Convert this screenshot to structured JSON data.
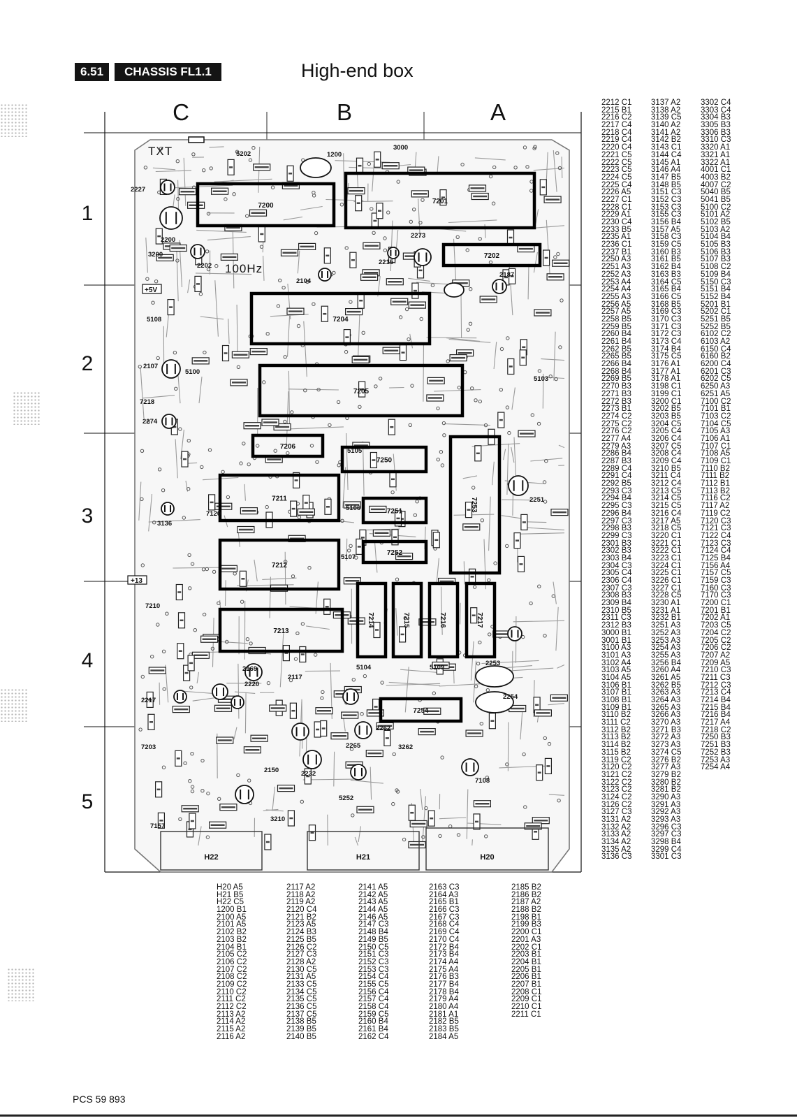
{
  "header": {
    "section_number": "6.51",
    "chassis_label": "CHASSIS FL1.1",
    "title": "High-end box"
  },
  "grid": {
    "columns": [
      "C",
      "B",
      "A"
    ],
    "rows": [
      "1",
      "2",
      "3",
      "4",
      "5"
    ]
  },
  "board": {
    "labels": {
      "txt": "TXT",
      "hz": "100Hz",
      "plus5v": "+5V",
      "plus13v": "+13"
    },
    "ics": [
      "7200",
      "7201",
      "7202",
      "7204",
      "7205",
      "7206",
      "7211",
      "7212",
      "7213",
      "7214",
      "7215",
      "7216",
      "7217",
      "7250",
      "7251",
      "7252",
      "7253",
      "7254"
    ],
    "connectors": [
      "H22",
      "H21",
      "H20"
    ],
    "markers": [
      "1200",
      "3000",
      "5202",
      "2227",
      "2200",
      "3200",
      "2202",
      "2104",
      "2273",
      "2215",
      "2187",
      "2107",
      "2274",
      "7218",
      "5103",
      "5100",
      "5108",
      "2251",
      "3136",
      "7210",
      "2169",
      "2220",
      "2217",
      "2253",
      "2254",
      "5104",
      "5109",
      "7203",
      "2150",
      "3210",
      "2262",
      "3262",
      "2265",
      "7108",
      "7157",
      "5105",
      "5106",
      "5107",
      "7120",
      "2117",
      "2232",
      "5252"
    ]
  },
  "index_columns": [
    [
      "H20 A5",
      "H21 B5",
      "H22 C5",
      "1200 B1",
      "2100 A5",
      "2101 A5",
      "2102 B2",
      "2103 B2",
      "2104 B1",
      "2105 C2",
      "2106 C2",
      "2107 C2",
      "2108 C2",
      "2109 C2",
      "2110 C2",
      "2111 C2",
      "2112 C2",
      "2113 A2",
      "2114 A2",
      "2115 A2",
      "2116 A2"
    ],
    [
      "2117 A2",
      "2118 A2",
      "2119 A2",
      "2120 C4",
      "2121 B2",
      "2123 A5",
      "2124 B3",
      "2125 B5",
      "2126 C2",
      "2127 C3",
      "2128 A2",
      "2130 C5",
      "2131 A5",
      "2133 C5",
      "2134 C5",
      "2135 C5",
      "2136 C5",
      "2137 C5",
      "2138 B5",
      "2139 B5",
      "2140 B5"
    ],
    [
      "2141 A5",
      "2142 A5",
      "2143 A5",
      "2144 A5",
      "2146 A5",
      "2147 C3",
      "2148 B4",
      "2149 B5",
      "2150 C5",
      "2151 C3",
      "2152 C3",
      "2153 C3",
      "2154 C4",
      "2155 C5",
      "2156 C4",
      "2157 C4",
      "2158 C4",
      "2159 C5",
      "2160 B4",
      "2161 B4",
      "2162 C4"
    ],
    [
      "2163 C3",
      "2164 A3",
      "2165 B1",
      "2166 C3",
      "2167 C3",
      "2168 C4",
      "2169 C4",
      "2170 C4",
      "2172 B4",
      "2173 B4",
      "2174 A4",
      "2175 A4",
      "2176 B3",
      "2177 B4",
      "2178 B4",
      "2179 A4",
      "2180 A4",
      "2181 A1",
      "2182 B5",
      "2183 B5",
      "2184 A5"
    ],
    [
      "2185 B2",
      "2186 B2",
      "2187 A2",
      "2188 B2",
      "2198 B1",
      "2199 B3",
      "2200 C1",
      "2201 A3",
      "2202 C1",
      "2203 B1",
      "2204 B1",
      "2205 B1",
      "2206 B1",
      "2207 B1",
      "2208 C1",
      "2209 C1",
      "2210 C1",
      "2211 C1"
    ],
    [
      "2212 C1",
      "2215 B1",
      "2216 C2",
      "2217 C4",
      "2218 C4",
      "2219 C4",
      "2220 C4",
      "2221 C5",
      "2222 C5",
      "2223 C5",
      "2224 C5",
      "2225 C4",
      "2226 A5",
      "2227 C1",
      "2228 C1",
      "2229 A1",
      "2230 C4",
      "2233 B5",
      "2235 A1",
      "2236 C1",
      "2237 B1",
      "2250 A3",
      "2251 A3",
      "2252 A3",
      "2253 A4",
      "2254 A4",
      "2255 A3",
      "2256 A5",
      "2257 A5",
      "2258 B5",
      "2259 B5",
      "2260 B4",
      "2261 B4",
      "2262 B5",
      "2265 B5",
      "2266 B4",
      "2268 B4",
      "2269 B5",
      "2270 B3",
      "2271 B3",
      "2272 B3",
      "2273 B1",
      "2274 C2",
      "2275 C2",
      "2276 C2",
      "2277 A4",
      "2279 A3",
      "2286 B4",
      "2287 B3",
      "2289 C4",
      "2291 C4",
      "2292 B5",
      "2293 C3",
      "2294 B4",
      "2295 C3",
      "2296 B4",
      "2297 C3",
      "2298 B3",
      "2299 C3",
      "2301 B3",
      "2302 B3",
      "2303 B4",
      "2304 C3",
      "2305 C4",
      "2306 C4",
      "2307 C3",
      "2308 B3",
      "2309 B4",
      "2310 B5",
      "2311 C3",
      "2312 B3",
      "3000 B1",
      "3001 B1",
      "3100 A3",
      "3101 A3",
      "3102 A4",
      "3103 A5",
      "3104 A5",
      "3106 B1",
      "3107 B1",
      "3108 B1",
      "3109 B1",
      "3110 B2",
      "3111 C2",
      "3112 B2",
      "3113 B2",
      "3114 B2",
      "3115 B2",
      "3119 C2",
      "3120 C2",
      "3121 C2",
      "3122 C2",
      "3123 C2",
      "3124 C2",
      "3126 C2",
      "3127 C3",
      "3131 A2",
      "3132 A2",
      "3133 A2",
      "3134 A2",
      "3135 A2",
      "3136 C3"
    ],
    [
      "3137 A2",
      "3138 A2",
      "3139 C5",
      "3140 A2",
      "3141 A2",
      "3142 B2",
      "3143 C1",
      "3144 C4",
      "3145 A1",
      "3146 A4",
      "3147 B5",
      "3148 B5",
      "3151 C3",
      "3152 C3",
      "3153 C3",
      "3155 C3",
      "3156 B4",
      "3157 A5",
      "3158 C3",
      "3159 C5",
      "3160 B3",
      "3161 B5",
      "3162 B4",
      "3163 B3",
      "3164 C5",
      "3165 B4",
      "3166 C5",
      "3168 B5",
      "3169 C3",
      "3170 C3",
      "3171 C3",
      "3172 C3",
      "3173 C4",
      "3174 B4",
      "3175 C5",
      "3176 A1",
      "3177 A1",
      "3178 A1",
      "3198 C1",
      "3199 C1",
      "3200 C1",
      "3202 B5",
      "3203 B5",
      "3204 C5",
      "3205 C4",
      "3206 C4",
      "3207 C5",
      "3208 C4",
      "3209 C4",
      "3210 B5",
      "3211 C4",
      "3212 C4",
      "3213 C5",
      "3214 C5",
      "3215 C5",
      "3216 C4",
      "3217 A5",
      "3218 C5",
      "3220 C1",
      "3221 C1",
      "3222 C1",
      "3223 C1",
      "3224 C1",
      "3225 C1",
      "3226 C1",
      "3227 C1",
      "3228 C5",
      "3230 A1",
      "3231 A1",
      "3232 B1",
      "3251 A3",
      "3252 A3",
      "3253 A3",
      "3254 A3",
      "3255 A3",
      "3256 B4",
      "3260 A4",
      "3261 A5",
      "3262 B5",
      "3263 A3",
      "3264 A3",
      "3265 A3",
      "3266 A3",
      "3270 A3",
      "3271 B3",
      "3272 A3",
      "3273 A3",
      "3274 C5",
      "3276 B2",
      "3277 A3",
      "3279 B2",
      "3280 B2",
      "3281 B2",
      "3290 A3",
      "3291 A3",
      "3292 A3",
      "3293 A3",
      "3296 C3",
      "3297 C3",
      "3298 B4",
      "3299 C4",
      "3301 C3"
    ],
    [
      "3302 C4",
      "3303 C4",
      "3304 B3",
      "3305 B3",
      "3306 B3",
      "3310 C3",
      "3320 A1",
      "3321 A1",
      "3322 A1",
      "4001 C1",
      "4003 B2",
      "4007 C2",
      "5040 B5",
      "5041 B5",
      "5100 C2",
      "5101 A2",
      "5102 B5",
      "5103 A2",
      "5104 B4",
      "5105 B3",
      "5106 B3",
      "5107 B3",
      "5108 C2",
      "5109 B4",
      "5150 C3",
      "5151 B4",
      "5152 B4",
      "5201 B1",
      "5202 C1",
      "5251 B5",
      "5252 B5",
      "6102 C2",
      "6103 A2",
      "6150 C4",
      "6160 B2",
      "6200 C4",
      "6201 C3",
      "6202 C5",
      "6250 A3",
      "6251 A5",
      "7100 C2",
      "7101 B1",
      "7103 C2",
      "7104 C5",
      "7105 A3",
      "7106 A1",
      "7107 C1",
      "7108 A5",
      "7109 C1",
      "7110 B2",
      "7111 B2",
      "7112 B1",
      "7113 B2",
      "7116 C2",
      "7117 A2",
      "7119 C2",
      "7120 C3",
      "7121 C3",
      "7122 C4",
      "7123 C3",
      "7124 C4",
      "7125 B4",
      "7156 A4",
      "7157 C5",
      "7159 C3",
      "7160 C3",
      "7170 C3",
      "7200 C1",
      "7201 B1",
      "7202 A1",
      "7203 C5",
      "7204 C2",
      "7205 C2",
      "7206 C2",
      "7207 A2",
      "7209 A5",
      "7210 C3",
      "7211 C3",
      "7212 C3",
      "7213 C4",
      "7214 B4",
      "7215 B4",
      "7216 B4",
      "7217 A4",
      "7218 C2",
      "7250 B3",
      "7251 B3",
      "7252 B3",
      "7253 A3",
      "7254 A4"
    ]
  ],
  "footer": {
    "code": "PCS 59 893"
  },
  "colors": {
    "ink": "#111111",
    "badge_bg": "#141414",
    "trace": "#9a9a9a",
    "pad": "#555555"
  }
}
